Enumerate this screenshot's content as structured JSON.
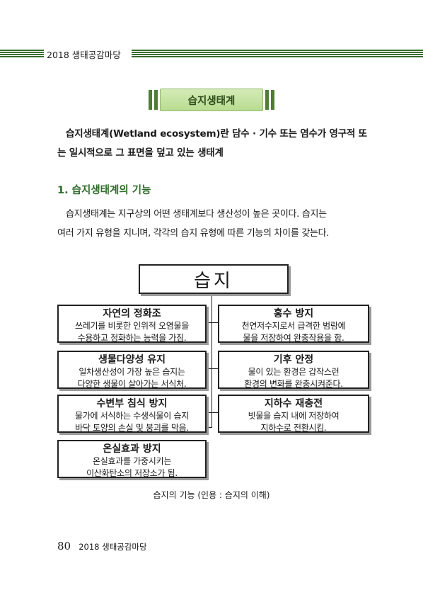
{
  "header": {
    "title": "2018 생태공감마당"
  },
  "page_title": "습지생태계",
  "intro": {
    "line1": "습지생태계(Wetland ecosystem)란 담수 · 기수 또는 염수가 영구적 또",
    "line2": "는 일시적으로 그 표면을 덮고 있는 생태계"
  },
  "section1": {
    "heading": "1. 습지생태계의 기능"
  },
  "paragraph": {
    "line1": "습지생태계는 지구상의 어떤 생태계보다 생산성이 높은 곳이다. 습지는",
    "line2": "여러 가지 유형을 지니며, 각각의 습지 유형에 따른 기능의 차이를 갖는다."
  },
  "diagram": {
    "root": "습지",
    "left": [
      {
        "title": "자연의 정화조",
        "lines": [
          "쓰레기를 비롯한 인위적 오염물을",
          "수용하고 정화하는 능력을 가짐."
        ]
      },
      {
        "title": "생물다양성 유지",
        "lines": [
          "일차생산성이 가장 높은 습지는",
          "다양한 생물이 살아가는 서식처."
        ]
      },
      {
        "title": "수변부 침식 방지",
        "lines": [
          "물가에 서식하는 수생식물이 습지",
          "바닥 토양의 손실 및 붕괴를 막음."
        ]
      },
      {
        "title": "온실효과 방지",
        "lines": [
          "온실효과를 가중시키는",
          "이산화탄소의 저장소가 됨."
        ]
      }
    ],
    "right": [
      {
        "title": "홍수 방지",
        "lines": [
          "천연저수지로서 급격한 범람에",
          "물을 저장하여 완충작용을 함."
        ]
      },
      {
        "title": "기후 안정",
        "lines": [
          "물이 있는 환경은 갑작스런",
          "환경의 변화를 완충시켜준다."
        ]
      },
      {
        "title": "지하수 재충전",
        "lines": [
          "빗물을 습지 내에 저장하여",
          "지하수로 전환시킴."
        ]
      }
    ]
  },
  "caption": "습지의 기능 (인용 : 습지의 이해)",
  "footer": {
    "page_number": "80",
    "title": "2018 생태공감마당"
  }
}
